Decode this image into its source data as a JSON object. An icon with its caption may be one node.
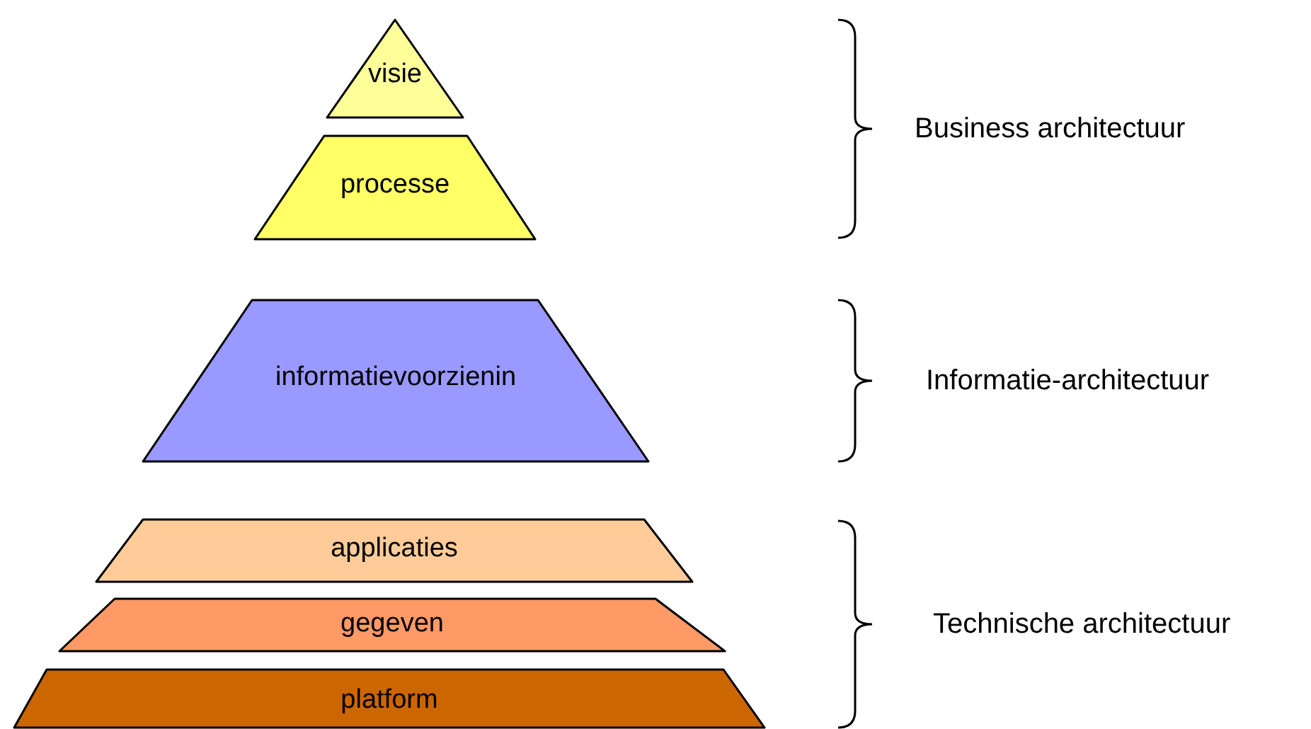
{
  "diagram": {
    "nodes": [
      {
        "text": [
          "visie"
        ]
      },
      {
        "text": [
          "processe"
        ]
      },
      {
        "text": [
          "informatievoorzienin"
        ]
      },
      {
        "text": [
          "applicaties"
        ]
      },
      {
        "text": [
          "gegeven"
        ]
      },
      {
        "text": [
          "platform"
        ]
      }
    ],
    "labels": [
      "Business architectuur",
      "Informatie-architectuur",
      "Technische architectuur"
    ]
  }
}
